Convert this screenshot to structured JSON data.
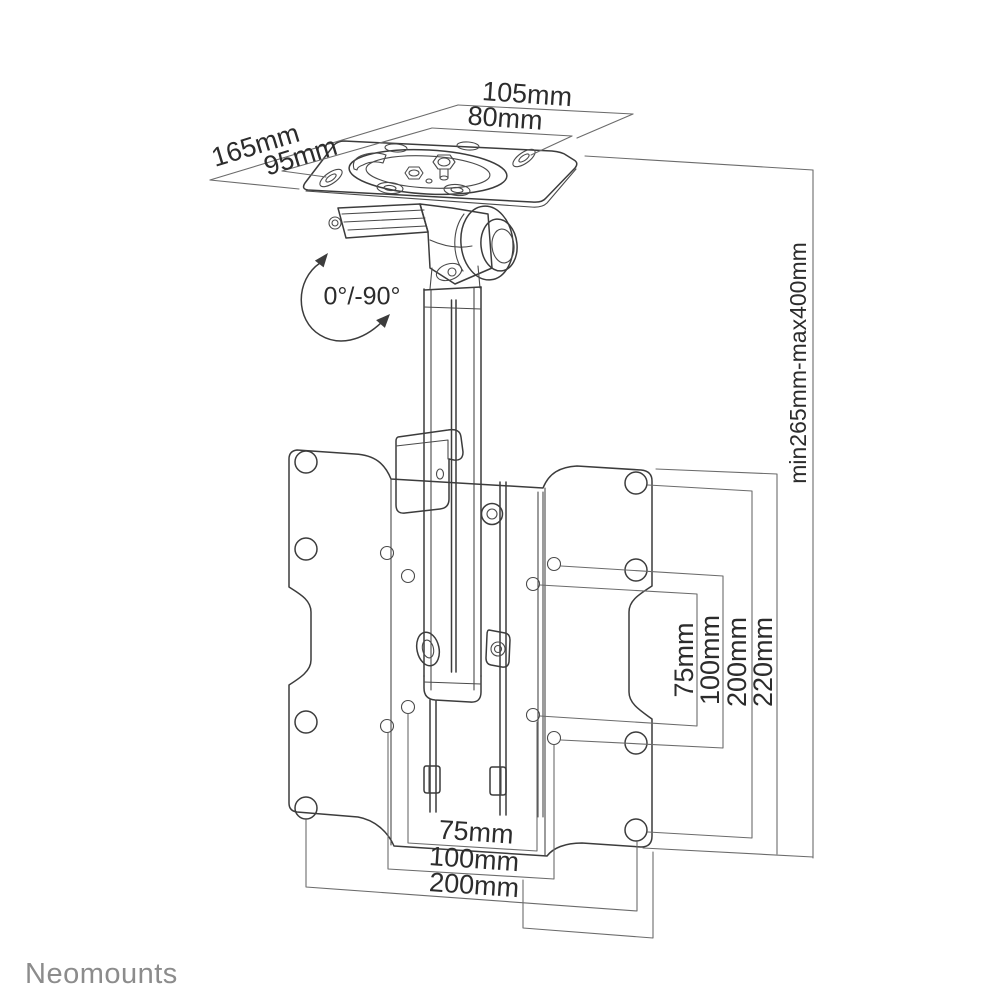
{
  "colors": {
    "background": "#ffffff",
    "line": "#3c3c3c",
    "dimension_line": "#6b6b6b",
    "text": "#2c2c2c",
    "logo": "#8c8c8c"
  },
  "brand": {
    "name": "Neomounts"
  },
  "diagram": {
    "type": "technical-drawing",
    "subject": "ceiling TV mount with fold-up bracket and VESA adapter plate",
    "labels": {
      "top": {
        "outer_width": "105mm",
        "inner_width": "80mm",
        "outer_depth": "165mm",
        "inner_depth": "95mm"
      },
      "tilt_range": "0°/-90°",
      "height_range": "min265mm-max400mm",
      "vesa_vertical": [
        "75mm",
        "100mm",
        "200mm",
        "220mm"
      ],
      "vesa_horizontal": [
        "75mm",
        "100mm",
        "200mm"
      ]
    }
  }
}
